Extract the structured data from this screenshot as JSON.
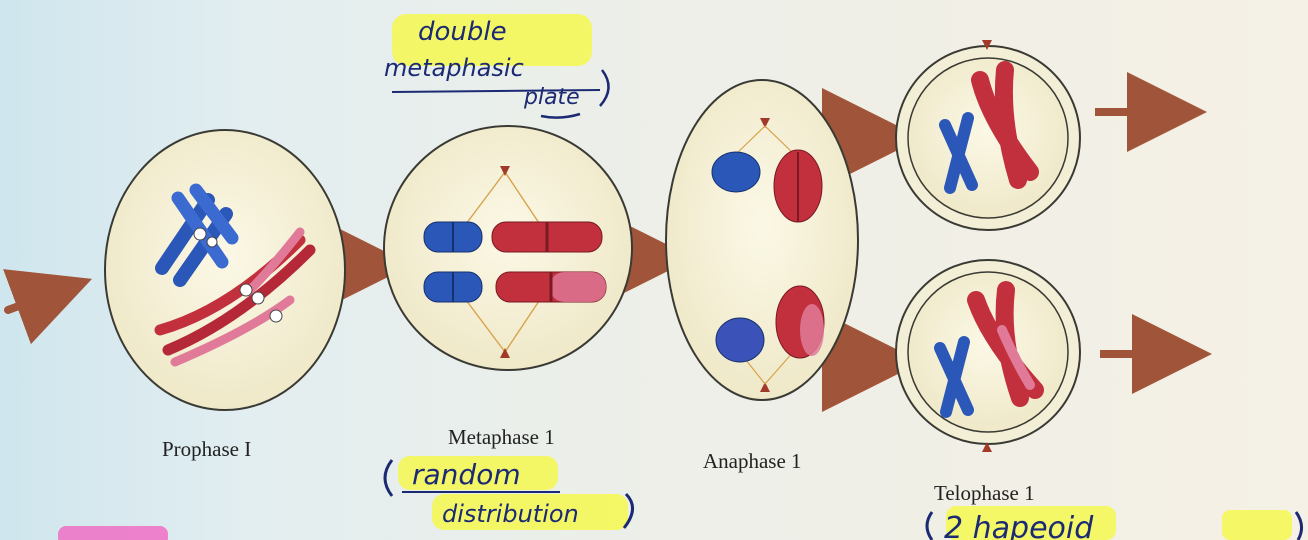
{
  "labels": {
    "prophase": "Prophase I",
    "metaphase": "Metaphase 1",
    "anaphase": "Anaphase 1",
    "telophase": "Telophase 1"
  },
  "notes": {
    "double_line1": "double",
    "double_line2": "metaphasic",
    "double_line3": "plate",
    "random_line1": "random",
    "random_line2": "distribution",
    "haploid": "2 hapeoid"
  },
  "colors": {
    "chromosome_blue": "#2a57b8",
    "chromosome_red": "#c2303d",
    "chromosome_pink": "#e07a98",
    "arrow": "#a0543a",
    "cell_fill": "#f3efd6",
    "cell_border": "#3a3a34",
    "highlight_yellow": "#f4f84f",
    "highlight_pink": "#f06ec4",
    "ink": "#1b2a73"
  }
}
